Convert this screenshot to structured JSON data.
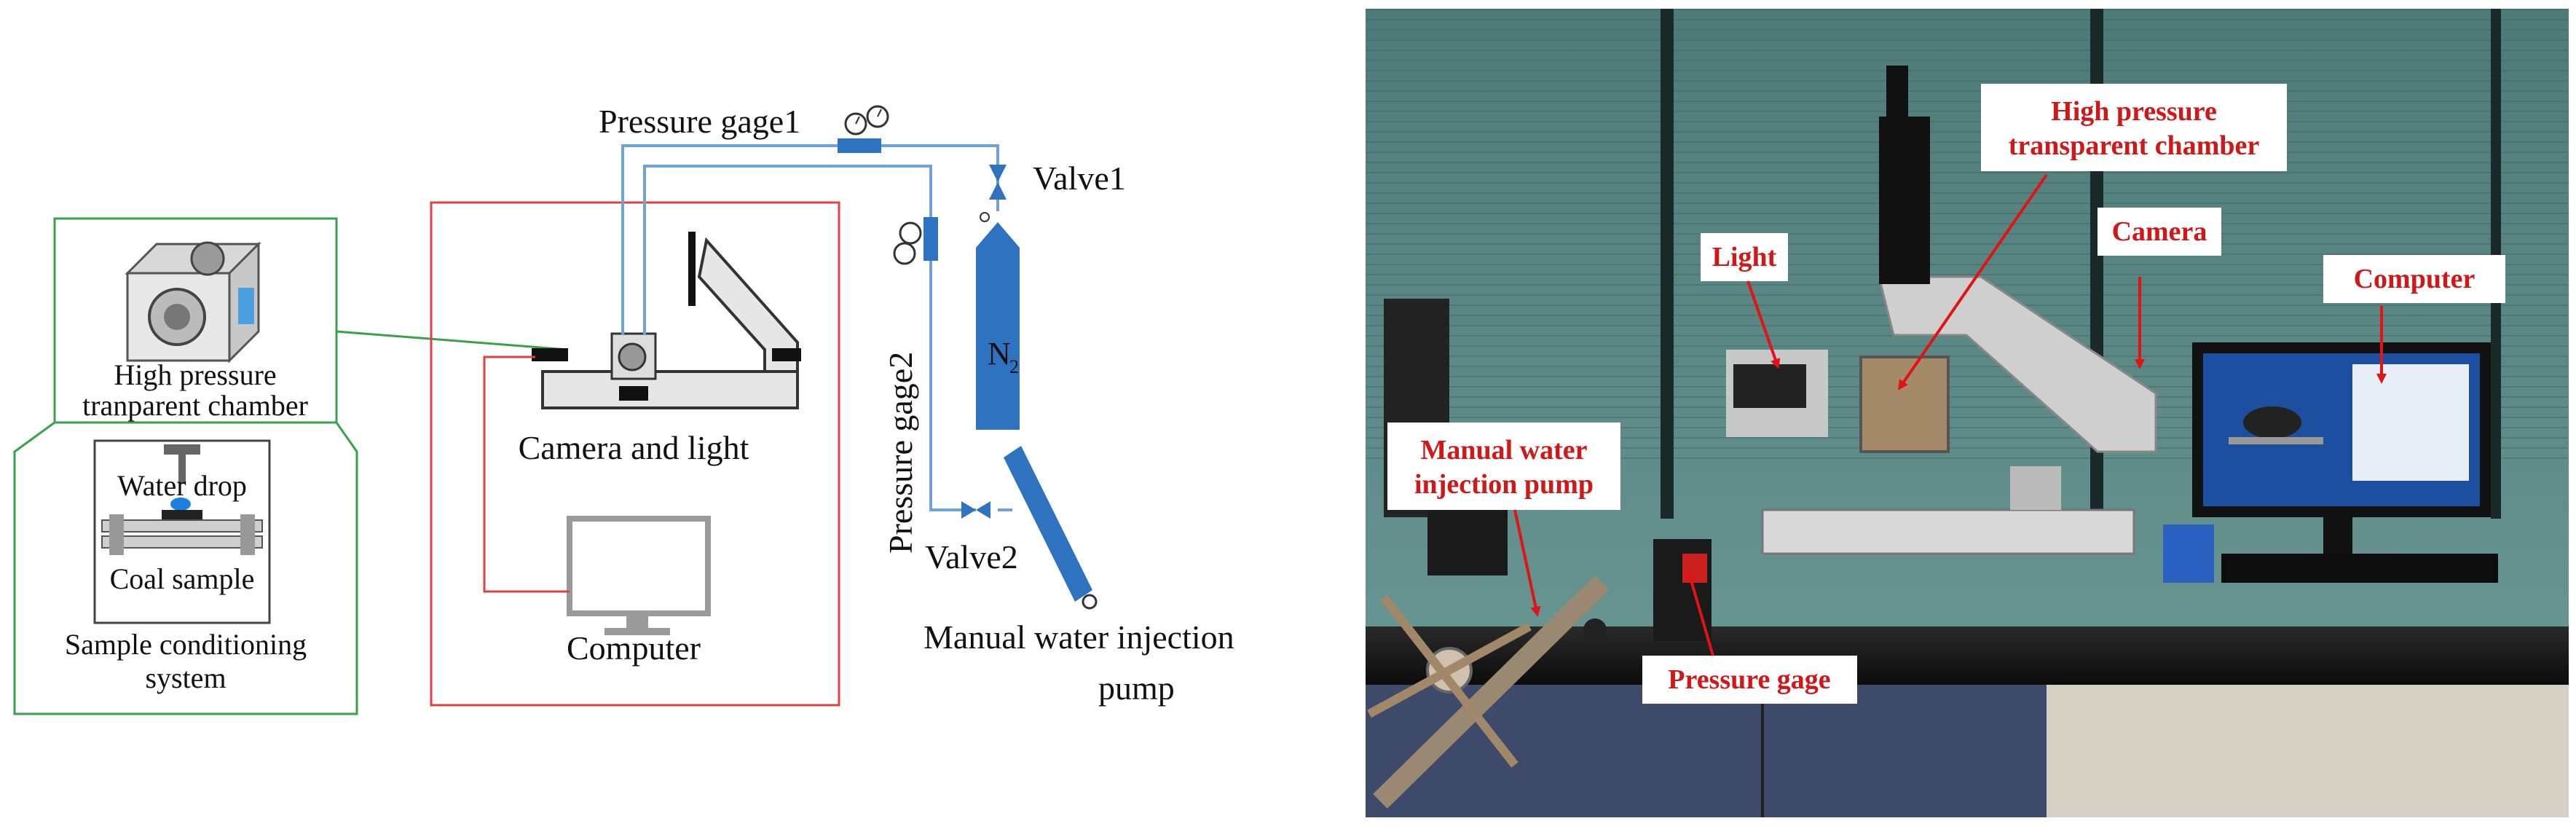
{
  "schematic": {
    "labels": {
      "pressure_gage1": "Pressure gage1",
      "valve1": "Valve1",
      "pressure_gage2": "Pressure gage2",
      "valve2": "Valve2",
      "n2_main": "N",
      "n2_sub": "2",
      "camera_and_light": "Camera and light",
      "computer": "Computer",
      "manual_pump_line1": "Manual water injection",
      "manual_pump_line2": "pump",
      "chamber_line1": "High pressure",
      "chamber_line2": "tranparent chamber",
      "water_drop": "Water drop",
      "coal_sample": "Coal sample",
      "system_line1": "Sample conditioning",
      "system_line2": "system"
    },
    "colors": {
      "pipe": "#6fa3d8",
      "equipment_blue": "#2f73c0",
      "box_red": "#e04040",
      "box_green": "#3aa14a",
      "grey_frame": "#9a9a9a"
    }
  },
  "photo": {
    "labels": {
      "light": "Light",
      "high_pressure_line1": "High pressure",
      "high_pressure_line2": "transparent chamber",
      "camera": "Camera",
      "computer": "Computer",
      "pump_line1": "Manual water",
      "pump_line2": "injection pump",
      "pressure_gage": "Pressure gage"
    },
    "colors": {
      "label_text": "#d01818",
      "arrow": "#e01414",
      "window_bg": "#5f8c8a",
      "bench": "#141414"
    }
  }
}
